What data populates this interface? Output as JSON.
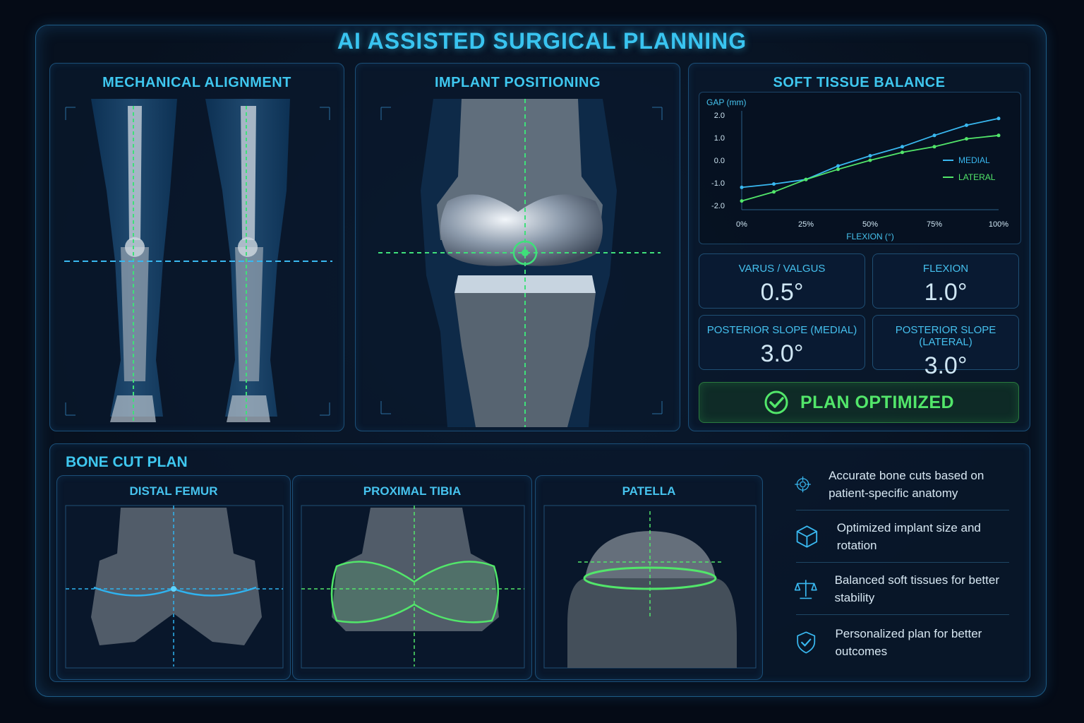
{
  "header": {
    "title": "AI ASSISTED SURGICAL PLANNING"
  },
  "panels": {
    "mechanical_alignment": {
      "title": "MECHANICAL ALIGNMENT"
    },
    "implant_positioning": {
      "title": "IMPLANT POSITIONING"
    },
    "soft_tissue_balance": {
      "title": "SOFT TISSUE BALANCE"
    }
  },
  "chart_data": {
    "type": "line",
    "title": "",
    "ylabel": "GAP (mm)",
    "xlabel": "FLEXION (°)",
    "x": [
      0,
      12.5,
      25,
      37.5,
      50,
      62.5,
      75,
      87.5,
      100
    ],
    "xticks": [
      "0%",
      "25%",
      "50%",
      "75%",
      "100%"
    ],
    "yticks": [
      "2.0",
      "1.0",
      "0.0",
      "-1.0",
      "-2.0"
    ],
    "ylim": [
      -2,
      2
    ],
    "series": [
      {
        "name": "MEDIAL",
        "color": "#39b8f0",
        "values": [
          -1.2,
          -1.05,
          -0.85,
          -0.25,
          0.2,
          0.6,
          1.1,
          1.55,
          1.85
        ]
      },
      {
        "name": "LATERAL",
        "color": "#52e66a",
        "values": [
          -1.8,
          -1.4,
          -0.85,
          -0.4,
          0.0,
          0.35,
          0.6,
          0.95,
          1.1
        ]
      }
    ],
    "legend": "right"
  },
  "stats": [
    {
      "label": "VARUS / VALGUS",
      "value": "0.5°"
    },
    {
      "label": "FLEXION",
      "value": "1.0°"
    },
    {
      "label": "POSTERIOR SLOPE (MEDIAL)",
      "value": "3.0°"
    },
    {
      "label": "POSTERIOR SLOPE (LATERAL)",
      "value": "3.0°"
    }
  ],
  "plan_status": {
    "label": "PLAN OPTIMIZED",
    "icon": "check-circle-icon",
    "color": "#52e66a"
  },
  "bone_cut": {
    "title": "BONE CUT PLAN",
    "views": [
      {
        "label": "DISTAL FEMUR"
      },
      {
        "label": "PROXIMAL TIBIA"
      },
      {
        "label": "PATELLA"
      }
    ]
  },
  "features": [
    {
      "icon": "crosshair-icon",
      "text": "Accurate bone cuts based on patient-specific anatomy"
    },
    {
      "icon": "cube-icon",
      "text": "Optimized implant size and rotation"
    },
    {
      "icon": "balance-scale-icon",
      "text": "Balanced soft tissues for better stability"
    },
    {
      "icon": "shield-check-icon",
      "text": "Personalized plan for better outcomes"
    }
  ],
  "colors": {
    "accent": "#39c4f0",
    "success": "#52e66a",
    "background": "#050b16"
  }
}
